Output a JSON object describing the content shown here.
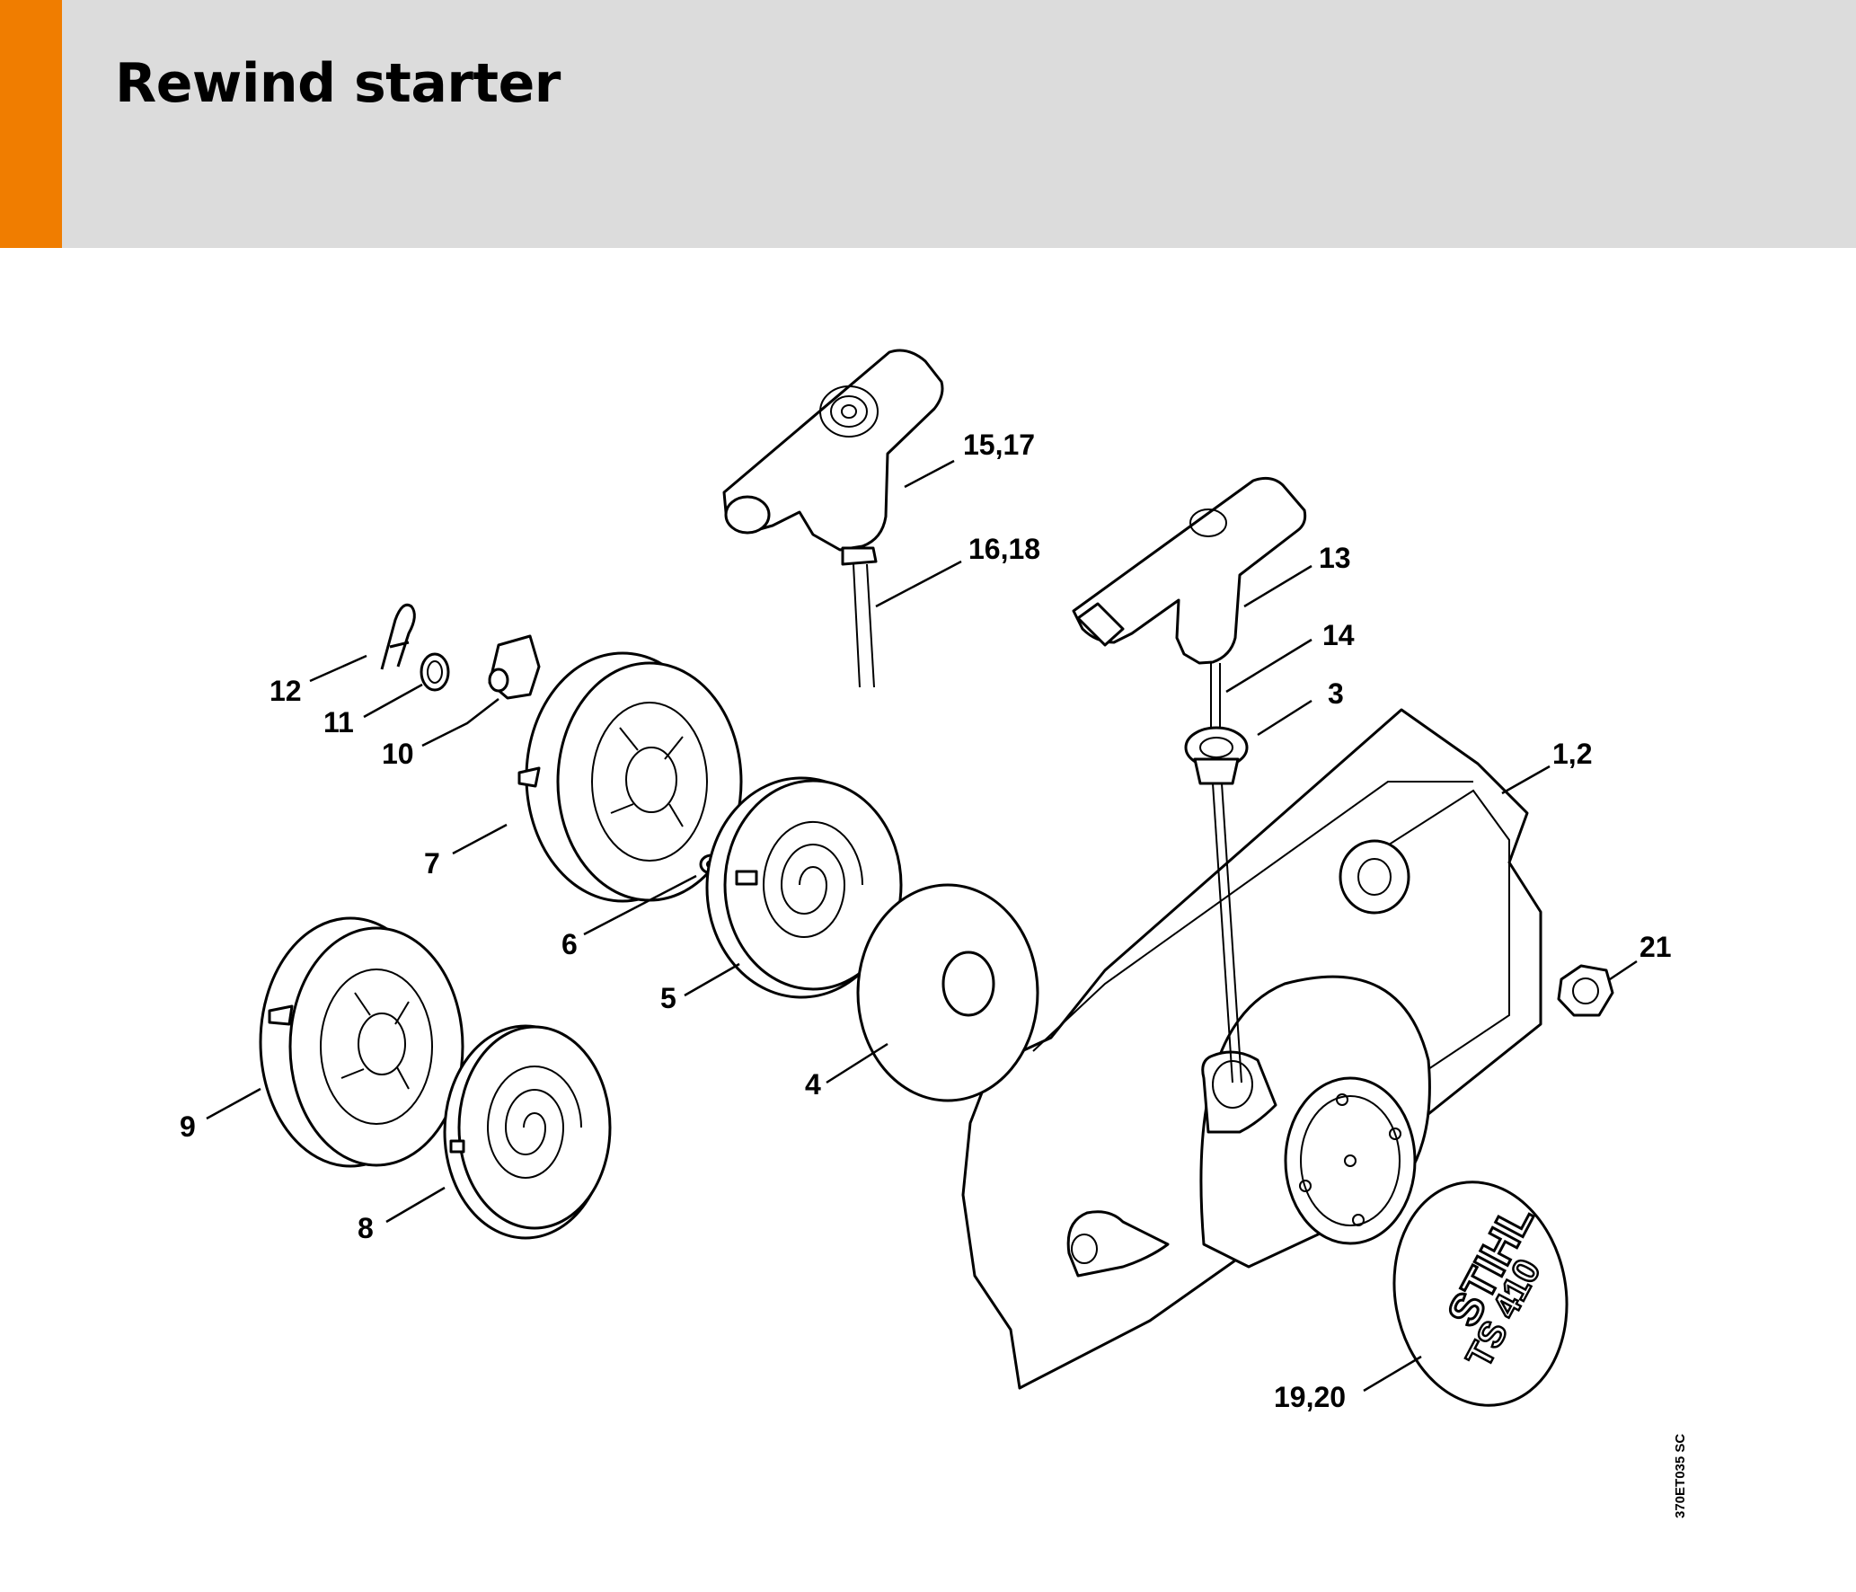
{
  "header": {
    "title": "Rewind starter",
    "accent_color": "#f07d00",
    "band_color": "#dcdcdc"
  },
  "callouts": {
    "c1_2": "1,2",
    "c3": "3",
    "c4": "4",
    "c5": "5",
    "c6": "6",
    "c7": "7",
    "c8": "8",
    "c9": "9",
    "c10": "10",
    "c11": "11",
    "c12": "12",
    "c13": "13",
    "c14": "14",
    "c15_17": "15,17",
    "c16_18": "16,18",
    "c19_20": "19,20",
    "c21": "21"
  },
  "cap_logo": {
    "brand": "STIHL",
    "model": "TS 410"
  },
  "reference_code": "370ET035 SC"
}
